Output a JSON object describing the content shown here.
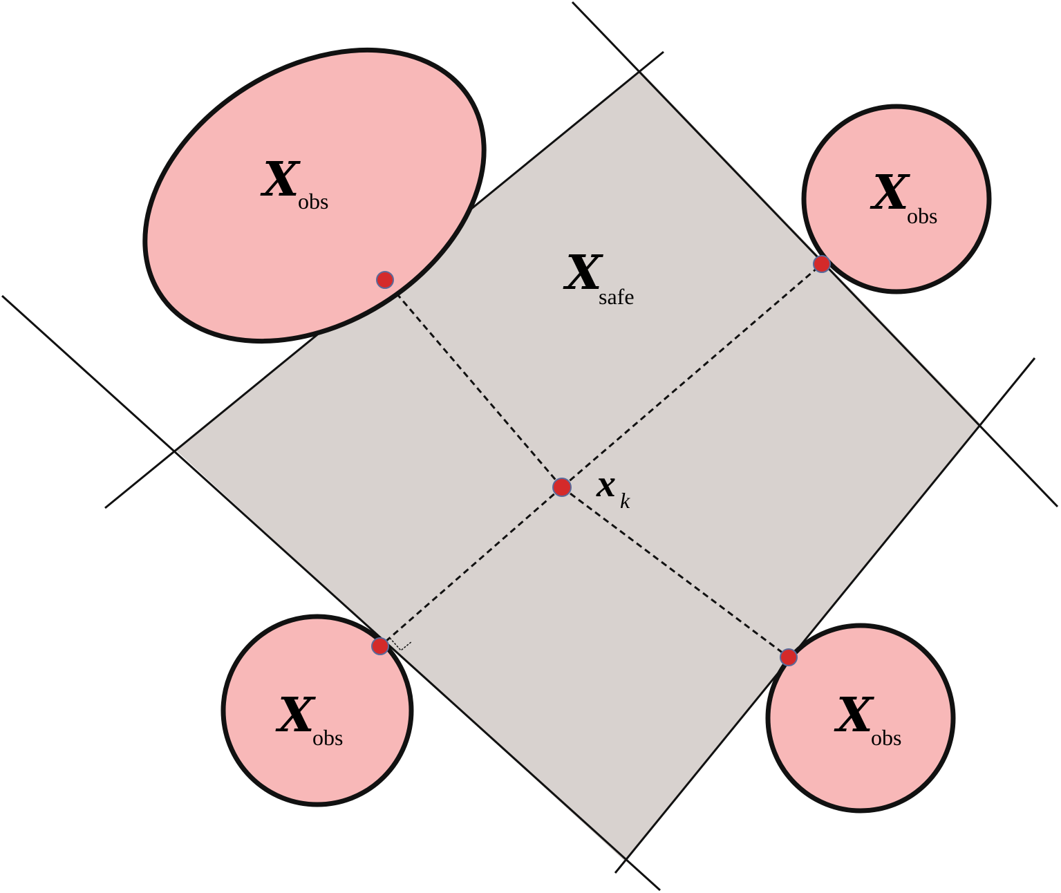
{
  "diagram": {
    "colors": {
      "safe_region_fill": "#d8d2cf",
      "obstacle_fill": "#f8b8b8",
      "outline": "#111111",
      "point_fill": "#d42a2a",
      "point_stroke": "#5a6a9a"
    },
    "safe_region": {
      "symbol": "X",
      "subscript": "safe"
    },
    "center_point": {
      "symbol": "x",
      "subscript": "k"
    },
    "obstacles": [
      {
        "shape": "ellipse",
        "symbol": "X",
        "subscript": "obs"
      },
      {
        "shape": "circle",
        "symbol": "X",
        "subscript": "obs"
      },
      {
        "shape": "circle",
        "symbol": "X",
        "subscript": "obs"
      },
      {
        "shape": "circle",
        "symbol": "X",
        "subscript": "obs"
      }
    ],
    "touch_points_count": 4
  }
}
